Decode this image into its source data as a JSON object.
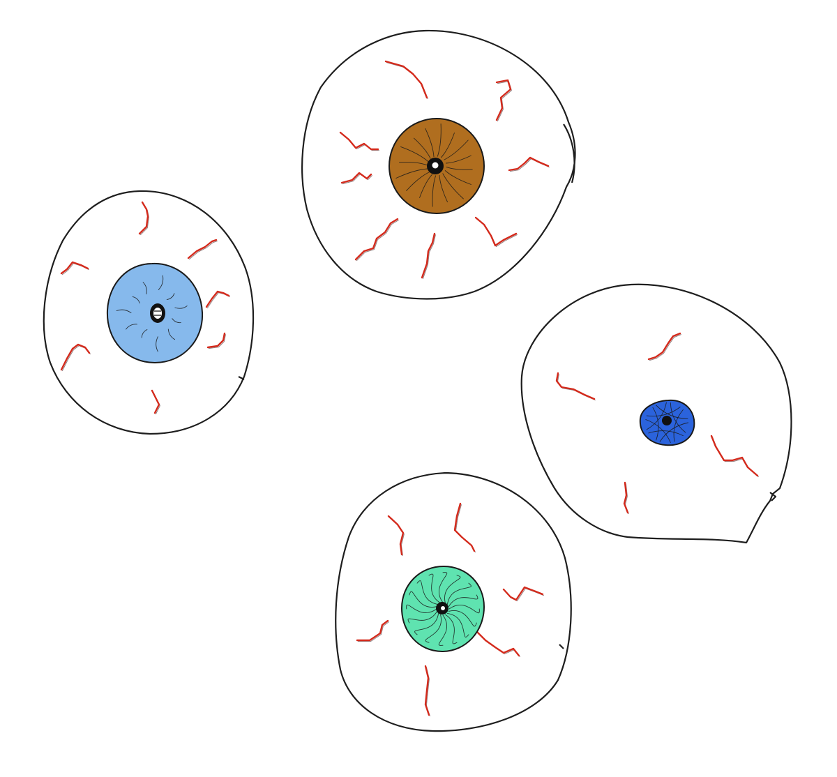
{
  "colors": {
    "background": "#ffffff",
    "outline": "#1e1e1e",
    "vein": "#d42a1c",
    "pupil": "#111111"
  },
  "eyeballs": [
    {
      "name": "eyeball-brown-iris",
      "iris_color": "#b06e1f",
      "iris_style": "radial"
    },
    {
      "name": "eyeball-light-blue-iris",
      "iris_color": "#86b9ec",
      "iris_style": "sparse",
      "pupil_style": "ring"
    },
    {
      "name": "eyeball-dark-blue-iris",
      "iris_color": "#2b63dc",
      "iris_style": "tangled"
    },
    {
      "name": "eyeball-green-iris",
      "iris_color": "#5fe3b0",
      "iris_style": "loops"
    }
  ]
}
